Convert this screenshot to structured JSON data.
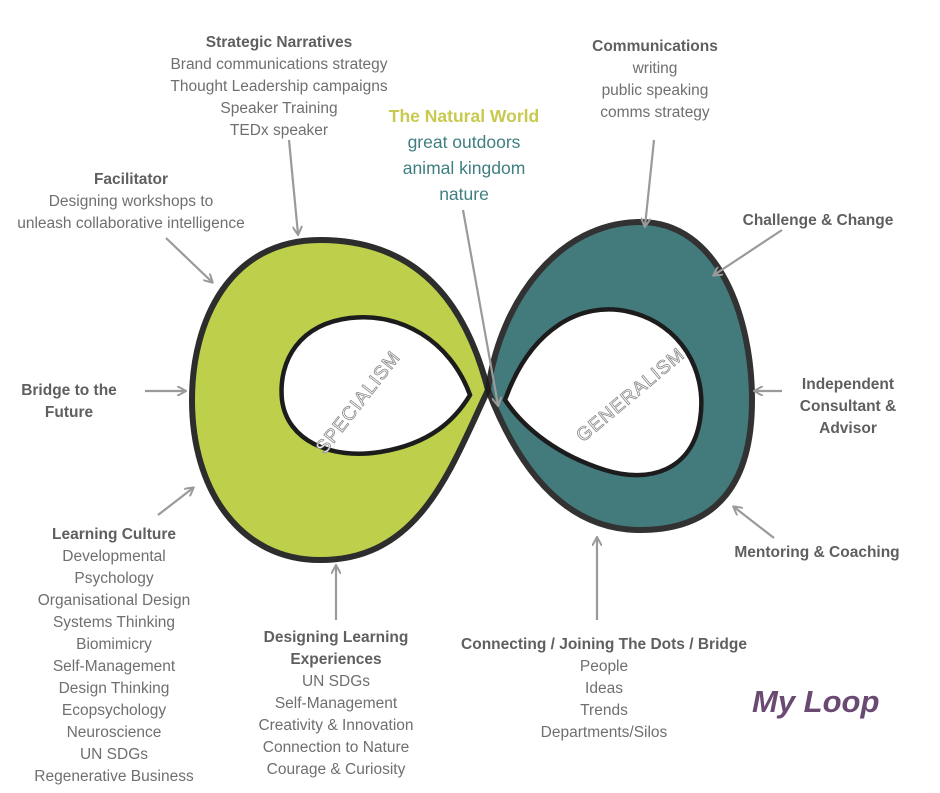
{
  "diagram": {
    "loop_left_label": "SPECIALISM",
    "loop_right_label": "GENERALISM",
    "colors": {
      "left_loop": "#b9cd3c",
      "right_loop": "#2f6d70",
      "outline": "#1c1c1c",
      "arrow": "#9a9a9a",
      "natural_heading": "#c8c94e",
      "natural_items": "#3f7f80",
      "my_loop": "#6a4a72"
    }
  },
  "labels": {
    "strategic": {
      "heading": "Strategic Narratives",
      "items": [
        "Brand communications strategy",
        "Thought Leadership campaigns",
        "Speaker Training",
        "TEDx speaker"
      ]
    },
    "communications": {
      "heading": "Communications",
      "items": [
        "writing",
        "public speaking",
        "comms strategy"
      ]
    },
    "natural_world": {
      "heading": "The Natural World",
      "items": [
        "great outdoors",
        "animal kingdom",
        "nature"
      ]
    },
    "facilitator": {
      "heading": "Facilitator",
      "items": [
        "Designing workshops to",
        "unleash collaborative intelligence"
      ]
    },
    "challenge": {
      "heading": "Challenge & Change"
    },
    "bridge_future": {
      "heading_lines": [
        "Bridge to the",
        "Future"
      ]
    },
    "independent": {
      "heading_lines": [
        "Independent",
        "Consultant &",
        "Advisor"
      ]
    },
    "mentoring": {
      "heading": "Mentoring & Coaching"
    },
    "learning_culture": {
      "heading": "Learning Culture",
      "items": [
        "Developmental",
        "Psychology",
        "Organisational Design",
        "Systems Thinking",
        "Biomimicry",
        "Self-Management",
        "Design Thinking",
        "Ecopsychology",
        "Neuroscience",
        "UN SDGs",
        "Regenerative Business"
      ]
    },
    "designing_learning": {
      "heading_lines": [
        "Designing Learning",
        "Experiences"
      ],
      "items": [
        "UN SDGs",
        "Self-Management",
        "Creativity & Innovation",
        "Connection to Nature",
        "Courage & Curiosity"
      ]
    },
    "connecting": {
      "heading": "Connecting / Joining The Dots / Bridge",
      "items": [
        "People",
        "Ideas",
        "Trends",
        "Departments/Silos"
      ]
    }
  },
  "my_loop": "My Loop"
}
